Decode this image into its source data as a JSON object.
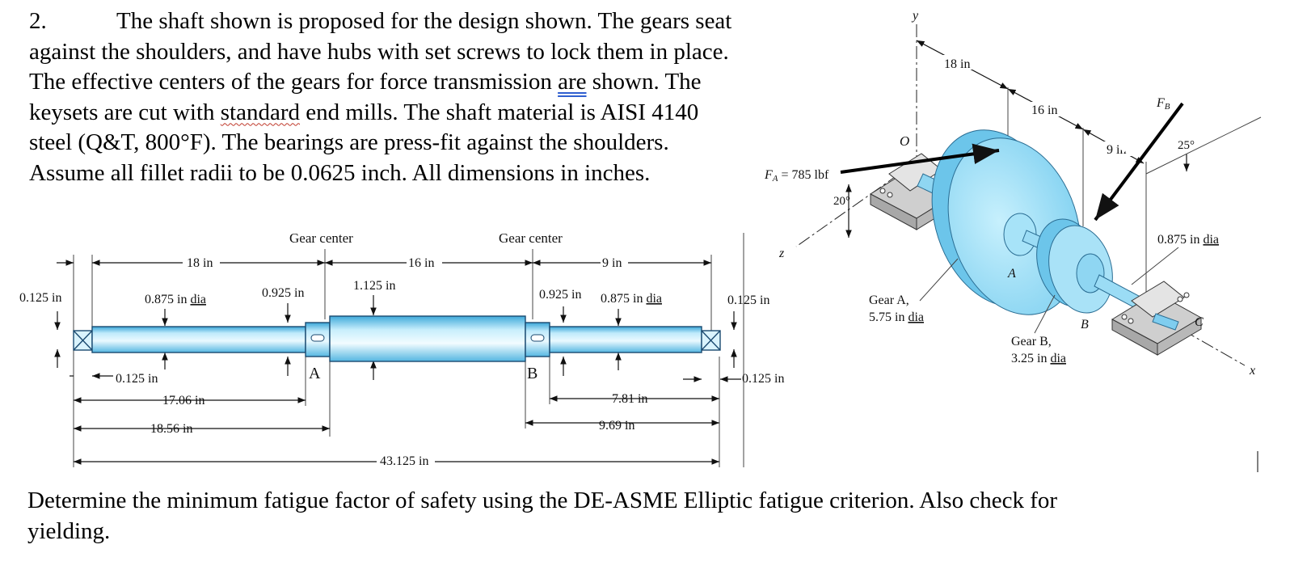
{
  "problem": {
    "number": "2.",
    "text": "The shaft shown is proposed for the design shown.  The gears seat against the shoulders, and have hubs with set screws to lock them in place.  The effective centers of the gears for force transmission ",
    "text_underlined": "are",
    "text_mid": " shown.  The keysets are cut with ",
    "text_wavy": "standard",
    "text_end": " end mills.  The shaft material is AISI 4140 steel (Q&T, 800°F).  The bearings are press-fit against the shoulders.  Assume all fillet radii to be 0.0625 inch.  All dimensions in inches."
  },
  "question": "Determine the minimum fatigue factor of safety using the DE-ASME Elliptic fatigue criterion.  Also check for yielding.",
  "shaft_drawing": {
    "gear_center_left": "Gear center",
    "gear_center_right": "Gear center",
    "dim_18": "18 in",
    "dim_16": "16 in",
    "dim_9": "9 in",
    "end_left": "0.125 in",
    "end_right": "0.125 in",
    "dia_left_pre": "0.875 in ",
    "dia_left_u": "dia",
    "shoulder_left": "0.925 in",
    "center_dia": "1.125 in",
    "shoulder_right": "0.925 in",
    "dia_right_pre": "0.875 in ",
    "dia_right_u": "dia",
    "bot_left_0125": "0.125 in",
    "bot_right_0125": "0.125 in",
    "label_a": "A",
    "label_b": "B",
    "dim_1706": "17.06 in",
    "dim_1856": "18.56 in",
    "dim_781": "7.81 in",
    "dim_969": "9.69 in",
    "dim_overall": "43.125 in"
  },
  "iso_drawing": {
    "axis_y": "y",
    "axis_z": "z",
    "axis_x": "x",
    "origin": "O",
    "dim_18": "18 in",
    "dim_16": "16 in",
    "dim_9": "9 in",
    "fa_label": "F",
    "fa_sub": "A",
    "fa_value": " = 785 lbf",
    "fb_label": "F",
    "fb_sub": "B",
    "angle_20": "20°",
    "angle_25": "25°",
    "dia_label_pre": "0.875 in ",
    "dia_label_u": "dia",
    "gear_a_name": "Gear A,",
    "gear_a_dia_pre": "5.75 in ",
    "gear_a_dia_u": "dia",
    "gear_b_name": "Gear B,",
    "gear_b_dia_pre": "3.25 in ",
    "gear_b_dia_u": "dia",
    "label_a": "A",
    "label_b": "B",
    "label_c": "C"
  },
  "colors": {
    "shaft_light": "#d6f1fb",
    "shaft_mid": "#7fd0f0",
    "shaft_dark": "#3aa6d8",
    "gear": "#a9e2f7",
    "bearing": "#c8c8c8"
  }
}
